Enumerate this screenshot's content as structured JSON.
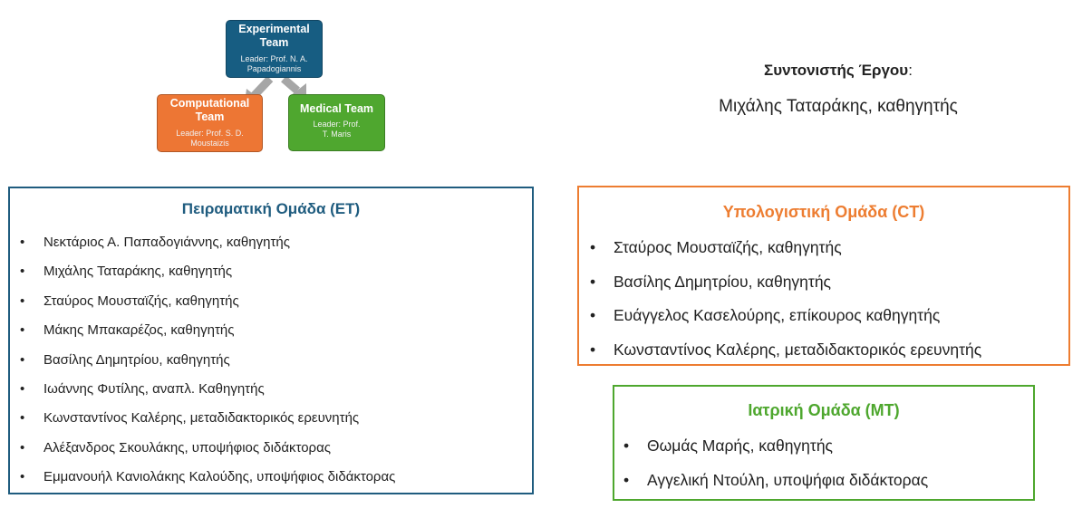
{
  "diagram": {
    "experimental": {
      "title": "Experimental Team",
      "leader": "Leader: Prof. N. A. Papadogiannis",
      "color": "#175D82"
    },
    "computational": {
      "title": "Computational Team",
      "leader": "Leader:  Prof. S. D. Moustaizis",
      "color": "#ED7634"
    },
    "medical": {
      "title": "Medical Team",
      "leader": "Leader: Prof. T. Maris",
      "color": "#4FA72F"
    }
  },
  "coordinator": {
    "label": "Συντονιστής Έργου",
    "colon": ":",
    "name": "Μιχάλης Ταταράκης, καθηγητής"
  },
  "et": {
    "title": "Πειραματική Ομάδα (ET)",
    "color": "#1F5C7F",
    "members": [
      "Νεκτάριος Α. Παπαδογιάννης, καθηγητής",
      "Μιχάλης Ταταράκης, καθηγητής",
      "Σταύρος Μουσταϊζής, καθηγητής",
      "Μάκης Μπακαρέζος, καθηγητής",
      "Βασίλης Δημητρίου, καθηγητής",
      "Ιωάννης Φυτίλης, αναπλ. Καθηγητής",
      "Κωνσταντίνος Καλέρης, μεταδιδακτορικός ερευνητής",
      "Αλέξανδρος Σκουλάκης, υποψήφιος διδάκτορας",
      "Εμμανουήλ Κανιολάκης Καλούδης, υποψήφιος διδάκτορας"
    ]
  },
  "ct": {
    "title": "Υπολογιστική Ομάδα (CT)",
    "color": "#ED7D31",
    "members": [
      "Σταύρος Μουσταϊζής, καθηγητής",
      "Βασίλης Δημητρίου, καθηγητής",
      "Ευάγγελος Κασελούρης, επίκουρος καθηγητής",
      "Κωνσταντίνος Καλέρης, μεταδιδακτορικός ερευνητής"
    ]
  },
  "mt": {
    "title": "Ιατρική Ομάδα (MT)",
    "color": "#4EA72E",
    "members": [
      "Θωμάς Μαρής, καθηγητής",
      "Αγγελική Ντούλη, υποψήφια διδάκτορας"
    ]
  }
}
